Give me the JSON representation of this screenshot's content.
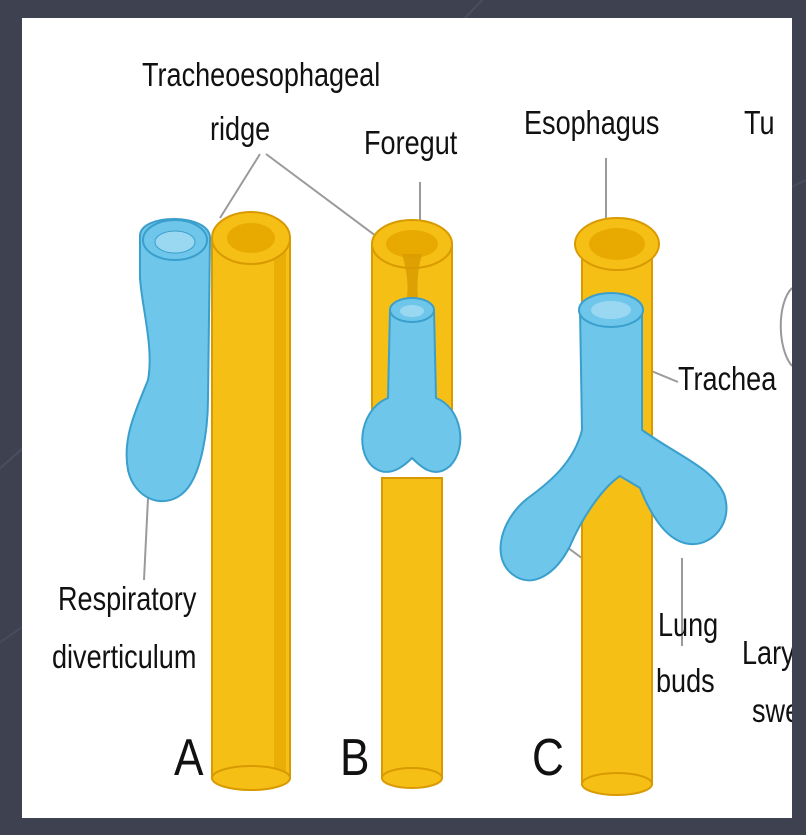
{
  "labels": {
    "tracheo_line1": "Tracheoesophageal",
    "tracheo_line2": "ridge",
    "foregut": "Foregut",
    "esophagus": "Esophagus",
    "tu": "Tu",
    "trachea": "Trachea",
    "resp_line1": "Respiratory",
    "resp_line2": "diverticulum",
    "lung_line1": "Lung",
    "lung_line2": "buds",
    "lary_line1": "Lary",
    "lary_line2": "swe"
  },
  "stages": [
    "A",
    "B",
    "C"
  ],
  "colors": {
    "slide_background": "#3d4150",
    "panel": "#ffffff",
    "esophagus_fill": "#f5bf16",
    "esophagus_edge": "#d89a00",
    "respiratory_fill": "#6ec6ea",
    "respiratory_edge": "#3a9fcc"
  }
}
